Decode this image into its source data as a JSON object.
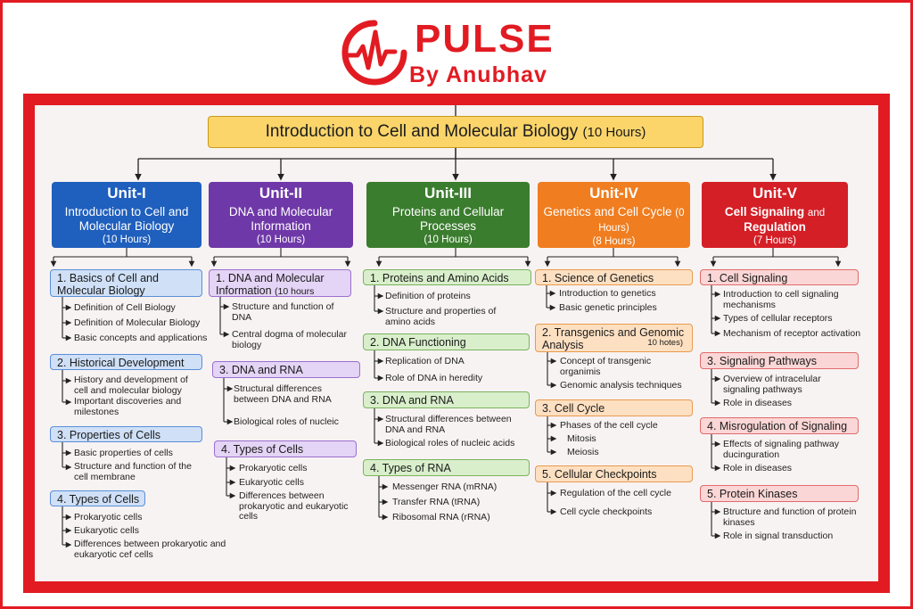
{
  "brand": {
    "name": "PULSE",
    "byline": "By Anubhav",
    "color": "#e21b22"
  },
  "root": {
    "title": "Introduction to Cell and Molecular Biology",
    "duration": "(10 Hours)"
  },
  "units": [
    {
      "label": "Unit-I",
      "name": "Introduction to Cell and Molecular Biology",
      "hours": "(10 Hours)",
      "color": "#1f5fbd",
      "topics": [
        {
          "title": "1. Basics of Cell and Molecular Biology",
          "items": [
            "Definition of Cell Biology",
            "Definition of Molecular Biology",
            "Basic concepts and applications"
          ]
        },
        {
          "title": "2. Historical Development",
          "items": [
            "History and development of cell and molecular biology",
            "Important discoveries and milestones"
          ]
        },
        {
          "title": "3. Properties of Cells",
          "items": [
            "Basic properties of cells",
            "Structure and function of the cell membrane"
          ]
        },
        {
          "title": "4. Types of Cells",
          "items": [
            "Prokaryotic cells",
            "Eukaryotic cells",
            "Differences between prokaryotic and eukaryotic cef cells"
          ]
        }
      ]
    },
    {
      "label": "Unit-II",
      "name": "DNA and Molecular Information",
      "hours": "(10 Hours)",
      "color": "#6f38a8",
      "topics": [
        {
          "title": "1. DNA and Molecular Information",
          "duration": "(10 hours",
          "items": [
            "Structure and function of DNA",
            "Central dogma of molecular biology"
          ]
        },
        {
          "title": "3. DNA and RNA",
          "items": [
            "Structural differences between DNA and RNA",
            "Biological roles of nucleic"
          ]
        },
        {
          "title": "4. Types of Cells",
          "items": [
            "Prokaryotic cells",
            "Eukaryotic cells",
            "Differences between prokaryotic and eukaryotic cells"
          ]
        }
      ]
    },
    {
      "label": "Unit-III",
      "name": "Proteins and Cellular Processes",
      "hours": "(10 Hours)",
      "color": "#3b7d2e",
      "topics": [
        {
          "title": "1. Proteins and Amino Acids",
          "items": [
            "Definition of proteins",
            "Structure and properties of amino acids"
          ]
        },
        {
          "title": "2. DNA Functioning",
          "items": [
            "Replication of DNA",
            "Role of DNA in heredity"
          ]
        },
        {
          "title": "3. DNA and RNA",
          "items": [
            "Structural differences between DNA and RNA",
            "Biological roles of nucleic acids"
          ]
        },
        {
          "title": "4. Types of RNA",
          "items": [
            "Messenger RNA (mRNA)",
            "Transfer RNA (tRNA)",
            "Ribosomal RNA (rRNA)"
          ]
        }
      ]
    },
    {
      "label": "Unit-IV",
      "name": "Genetics and Cell Cycle",
      "name_suffix": "(0 Hours)",
      "hours": "(8 Hours)",
      "color": "#f07d1f",
      "topics": [
        {
          "title": "1. Science of Genetics",
          "items": [
            "Introduction to genetics",
            "Basic genetic principles"
          ]
        },
        {
          "title": "2. Transgenics and Genomic Analysis",
          "duration": "10 hotes)",
          "items": [
            "Concept of transgenic organimis",
            "Genomic analysis techniques"
          ]
        },
        {
          "title": "3. Cell Cycle",
          "items": [
            "Phases of the cell cycle",
            "Mitosis",
            "Meiosis"
          ]
        },
        {
          "title": "5. Cellular Checkpoints",
          "items": [
            "Regulation of the cell cycle",
            "Cell cycle checkpoints"
          ]
        }
      ]
    },
    {
      "label": "Unit-V",
      "name": "Cell Signaling",
      "name_suffix": "and",
      "name_line2": "Regulation",
      "hours": "(7 Hours)",
      "color": "#d41f26",
      "topics": [
        {
          "title": "1. Cell Signaling",
          "items": [
            "Introduction to cell signaling mechanisms",
            "Types of cellular receptors",
            "Mechanism of receptor activation"
          ]
        },
        {
          "title": "3. Signaling Pathways",
          "items": [
            "Overview of intracelular signaling pathways",
            "Role in diseases"
          ]
        },
        {
          "title": "4. Misrogulation of Signaling",
          "items": [
            "Effects of signaling pathway ducinguration",
            "Role in diseases"
          ]
        },
        {
          "title": "5. Protein Kinases",
          "items": [
            "Btructure and function of protein kinases",
            "Role in signal transduction"
          ]
        }
      ]
    }
  ]
}
